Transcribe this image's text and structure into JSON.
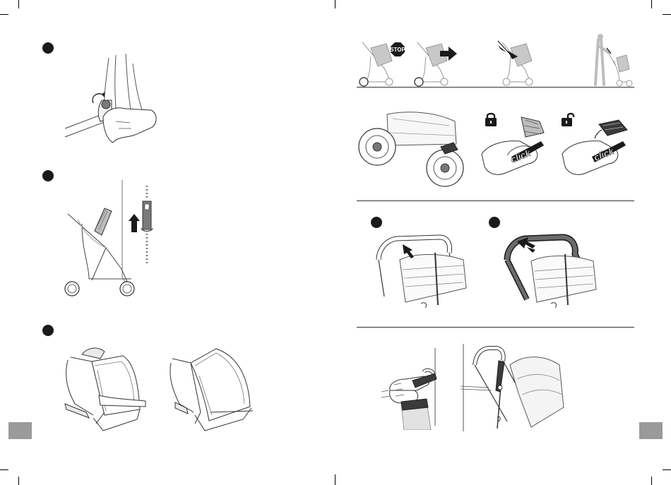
{
  "left_page": {
    "steps": [
      {
        "id": "step-1-remove-canopy-clip",
        "illustration": "hand-releasing-canopy-clip"
      },
      {
        "id": "step-2-slide-canopy-up",
        "illustration": "stroller-canopy-arrow-up"
      },
      {
        "id": "step-3-remove-seat-fabric",
        "illustration": "hands-detaching-seat-fabric"
      }
    ]
  },
  "right_page": {
    "safety_row": {
      "stop_label": "STOP"
    },
    "brake": {
      "lock_icon": "lock-closed-icon",
      "unlock_icon": "lock-open-icon",
      "lock_click": "click",
      "unlock_click": "click"
    },
    "handlebar": {
      "steps": [
        "step-a-press-button",
        "step-b-pull-foam"
      ]
    },
    "wrist_strap": {
      "illustration": "wrist-strap-on-handle"
    }
  },
  "colors": {
    "ink": "#1a1a1a",
    "line": "#333333",
    "tab_gray": "#9a9a9a",
    "dark_fill": "#3a3a3a",
    "mid_fill": "#bcbcbc"
  }
}
